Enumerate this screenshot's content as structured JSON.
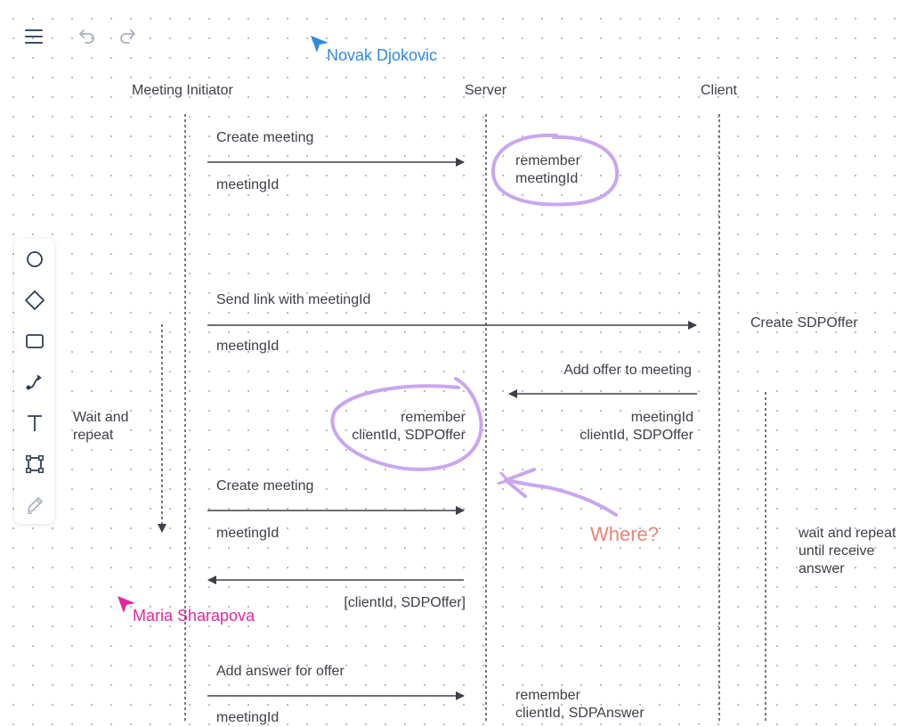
{
  "toolbar": {
    "menu_icon": "hamburger-menu-icon",
    "undo_icon": "undo-icon",
    "redo_icon": "redo-icon"
  },
  "collaborators": [
    {
      "name": "Novak Djokovic",
      "color": "#2f8be0"
    },
    {
      "name": "Maria Sharapova",
      "color": "#e0289c"
    }
  ],
  "tools": [
    {
      "name": "ellipse-tool",
      "icon": "circle-icon"
    },
    {
      "name": "diamond-tool",
      "icon": "diamond-icon"
    },
    {
      "name": "rectangle-tool",
      "icon": "rectangle-icon"
    },
    {
      "name": "connector-tool",
      "icon": "connector-icon"
    },
    {
      "name": "text-tool",
      "icon": "text-icon"
    },
    {
      "name": "frame-tool",
      "icon": "frame-icon"
    },
    {
      "name": "pen-tool",
      "icon": "pencil-icon"
    }
  ],
  "diagram": {
    "lanes": {
      "initiator": "Meeting Initiator",
      "server": "Server",
      "client": "Client"
    },
    "labels": {
      "create_meeting_1": "Create meeting",
      "meeting_id_1": "meetingId",
      "remember_meeting": "remember\nmeetingId",
      "send_link": "Send link with meetingId",
      "meeting_id_2": "meetingId",
      "create_sdp_offer": "Create SDPOffer",
      "add_offer": "Add offer to meeting",
      "wait_repeat": "Wait and\nrepeat",
      "remember_client": "remember\nclientId, SDPOffer",
      "client_meta": "meetingId\nclientId, SDPOffer",
      "create_meeting_2": "Create meeting",
      "meeting_id_3": "meetingId",
      "where": "Where?",
      "wait_until": "wait and repeat\nuntil receive\nanswer",
      "client_offer_list": "[clientId, SDPOffer]",
      "add_answer": "Add answer for offer",
      "meeting_id_4": "meetingId",
      "remember_answer": "remember\nclientId, SDPAnswer"
    },
    "colors": {
      "highlight": "#c9a6f0",
      "annotation": "#e8847a",
      "line": "#3d4047",
      "lifeline": "#4a4d53"
    }
  }
}
